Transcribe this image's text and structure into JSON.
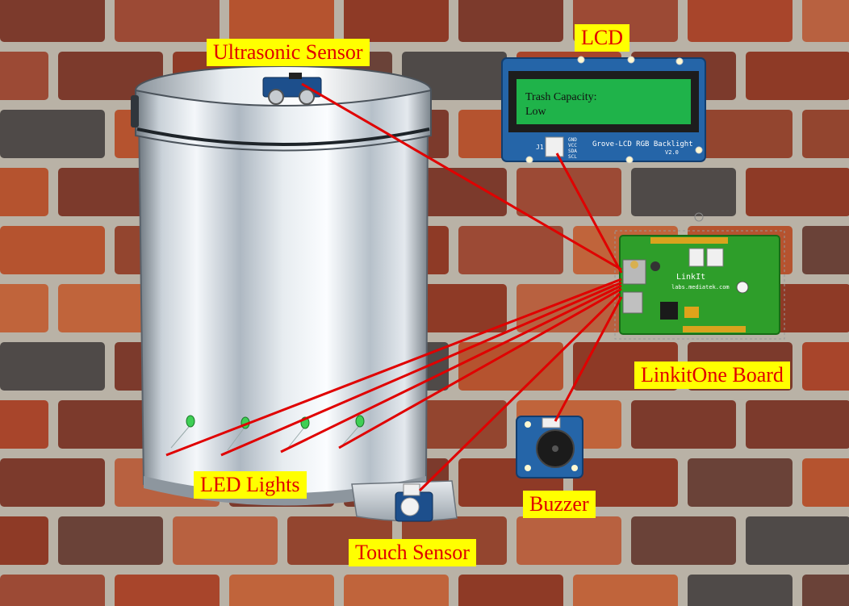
{
  "labels": {
    "ultrasonic": "Ultrasonic Sensor",
    "lcd": "LCD",
    "linkit": "LinkitOne Board",
    "led": "LED Lights",
    "buzzer": "Buzzer",
    "touch": "Touch Sensor"
  },
  "lcd_screen": {
    "line1": "Trash Capacity:",
    "line2": "Low",
    "board_name": "Grove-LCD RGB Backlight",
    "version": "V2.0",
    "connector": "J1",
    "pins": [
      "GND",
      "VCC",
      "SDA",
      "SCL"
    ]
  },
  "linkit_board": {
    "name": "LinkIt",
    "url": "labs.mediatek.com"
  },
  "colors": {
    "wire": "#e00000",
    "label_bg": "#ffff00",
    "label_text": "#e00000",
    "lcd_screen": "#1fb34a",
    "pcb_green": "#2e9e2a",
    "grove_blue": "#1d4f8c",
    "mortar": "#b9b2a6"
  }
}
